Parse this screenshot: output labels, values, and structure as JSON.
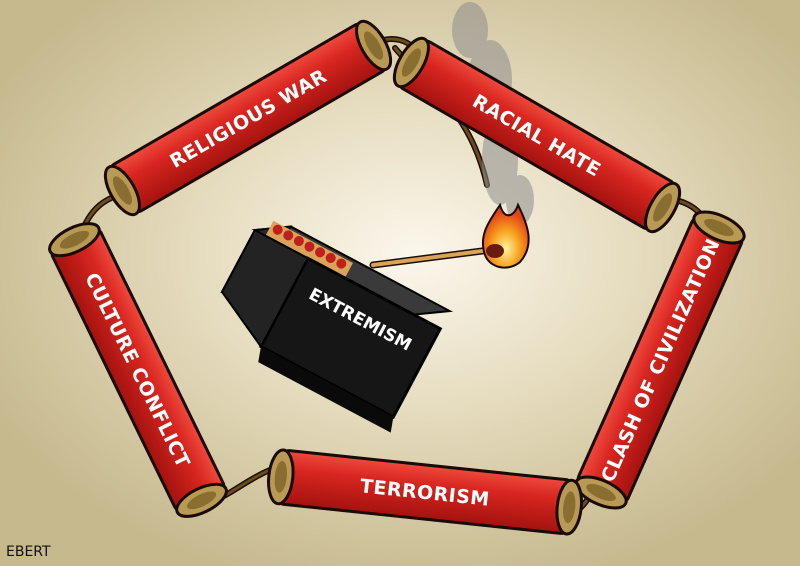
{
  "sticks": [
    {
      "label": "RELIGIOUS WAR"
    },
    {
      "label": "RACIAL HATE"
    },
    {
      "label": "CLASH OF CIVILIZATION"
    },
    {
      "label": "TERRORISM"
    },
    {
      "label": "CULTURE CONFLICT"
    }
  ],
  "matchbox": {
    "label": "EXTREMISM"
  },
  "signature": "EBERT",
  "colors": {
    "dynamite": "#d3201f",
    "fuse": "#5a3d18",
    "box": "#161616",
    "background": "#cfc49c"
  }
}
